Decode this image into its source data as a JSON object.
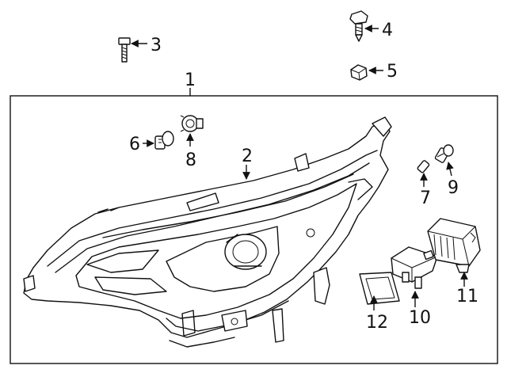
{
  "diagram": {
    "callouts": [
      "1",
      "2",
      "3",
      "4",
      "5",
      "6",
      "7",
      "8",
      "9",
      "10",
      "11",
      "12"
    ]
  },
  "parts": [
    {
      "icon": "headlamp-assembly"
    },
    {
      "icon": "screw"
    },
    {
      "icon": "bolt"
    },
    {
      "icon": "bolt"
    },
    {
      "icon": "nut"
    },
    {
      "icon": "bulb"
    },
    {
      "icon": "bulb"
    },
    {
      "icon": "socket"
    },
    {
      "icon": "bulb-socket"
    },
    {
      "icon": "control-module"
    },
    {
      "icon": "ballast-module"
    },
    {
      "icon": "gasket"
    }
  ],
  "colors": {
    "line": "#111111",
    "background": "#ffffff"
  }
}
